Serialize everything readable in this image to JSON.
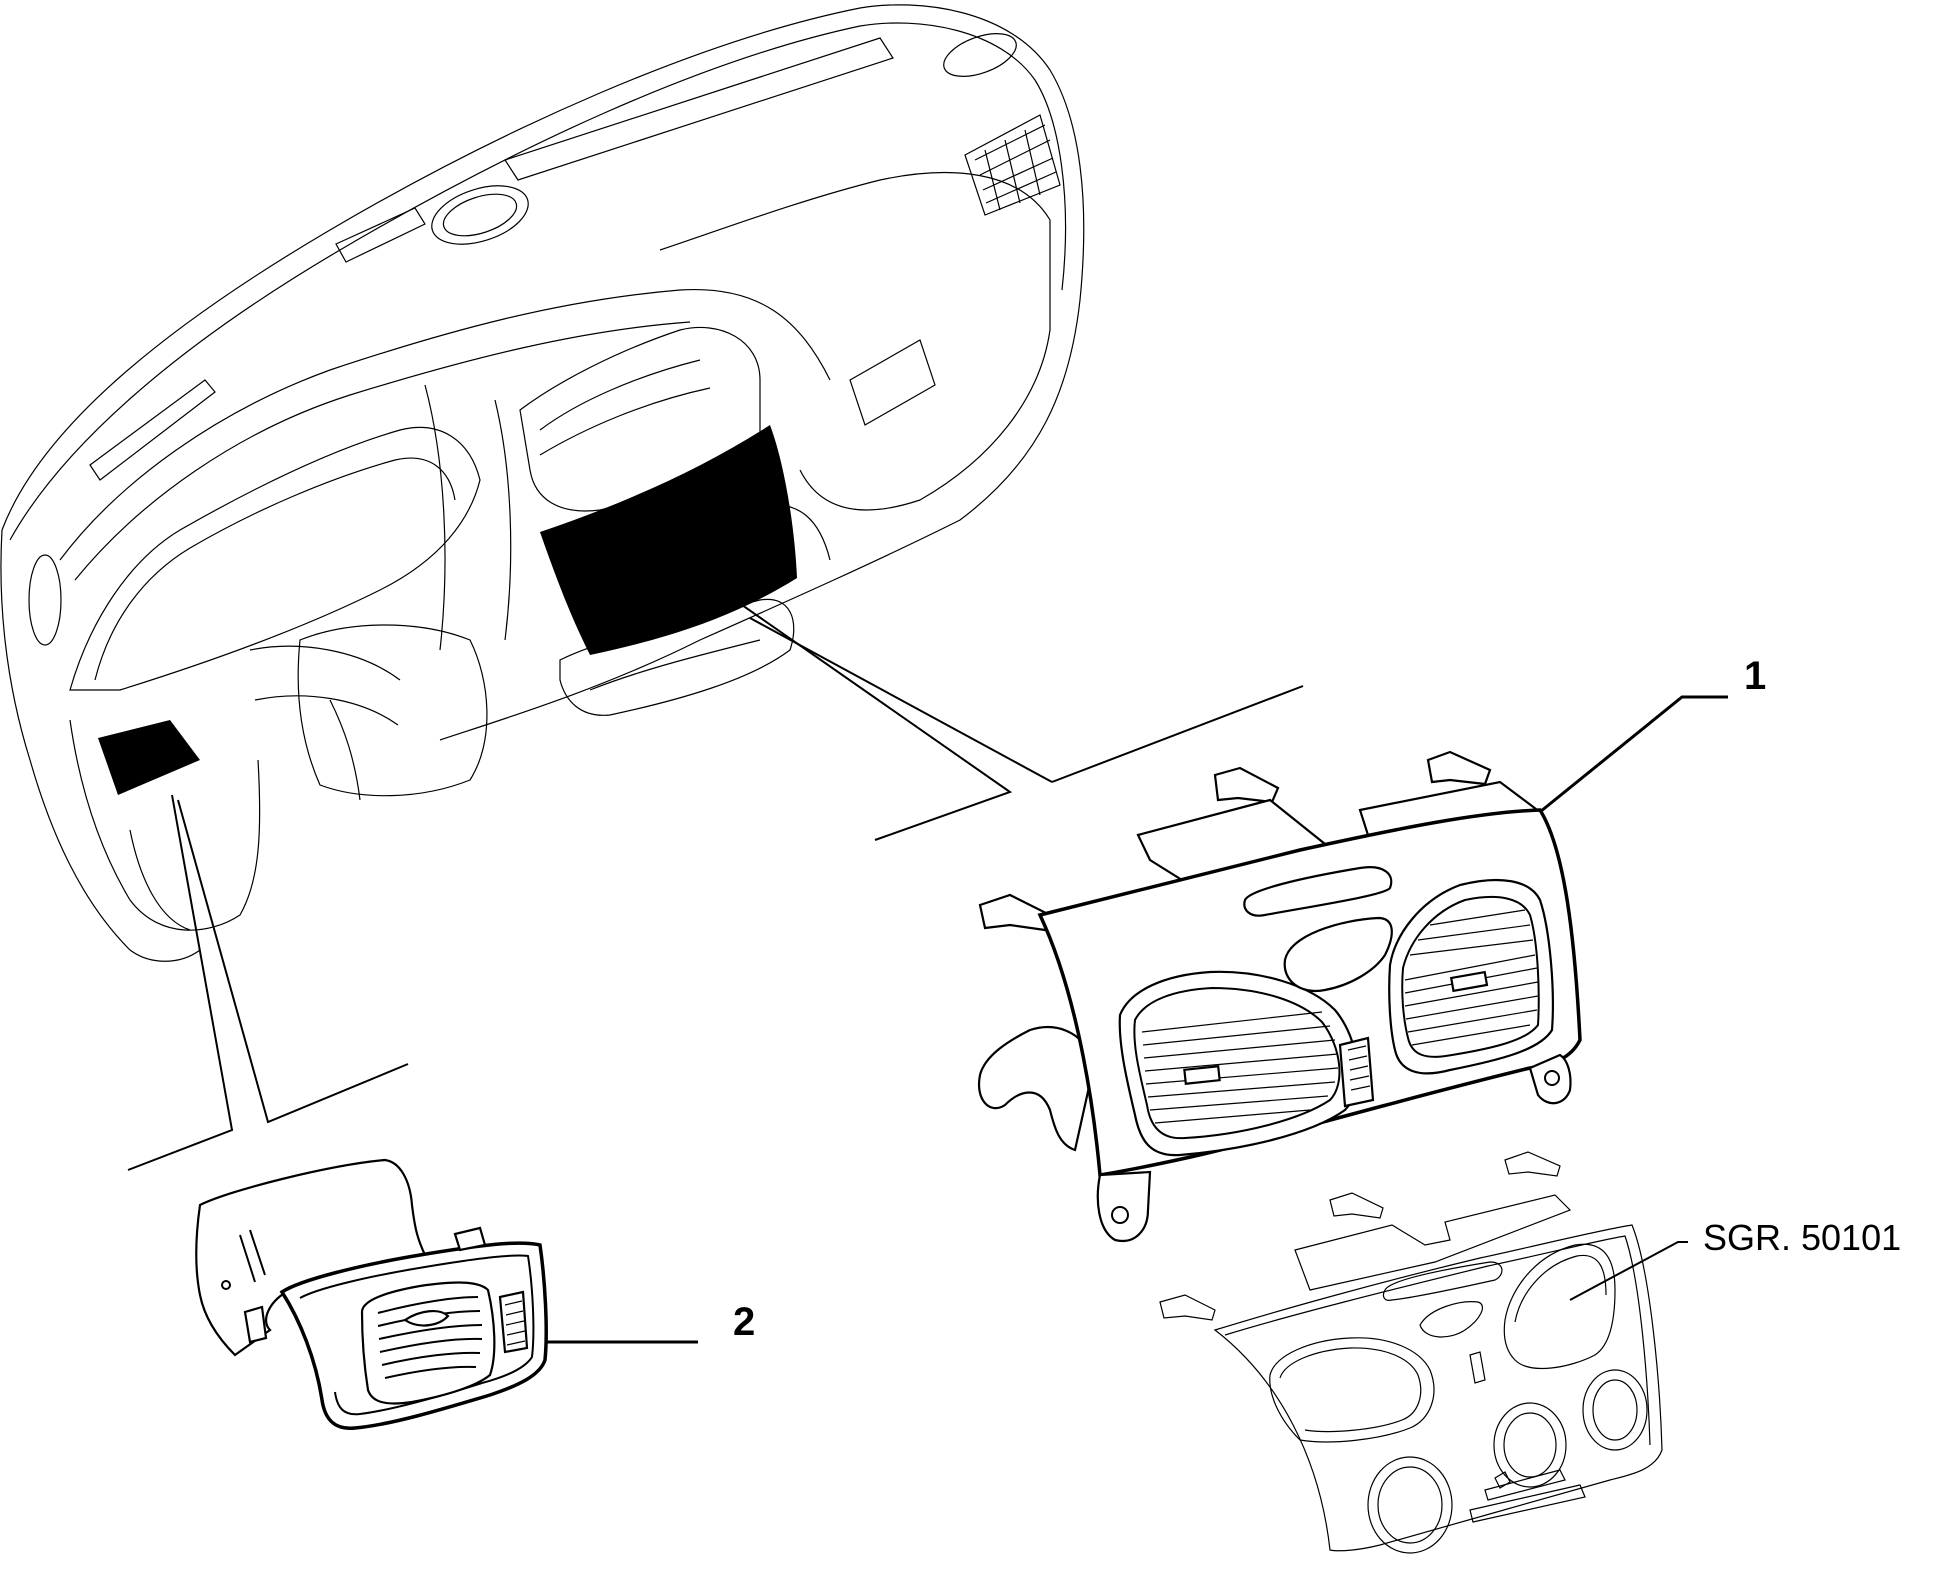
{
  "callouts": {
    "part_1": "1",
    "part_2": "2",
    "reference": "SGR. 50101"
  },
  "colors": {
    "line": "#000000",
    "background": "#ffffff",
    "highlight": "#000000"
  }
}
